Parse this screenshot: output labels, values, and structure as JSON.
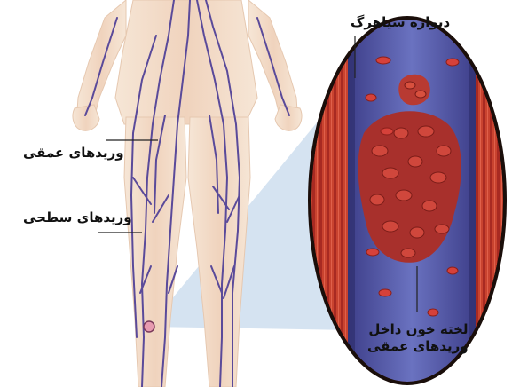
{
  "labels": {
    "vessel_wall": "دیواره سیاهرگ",
    "deep_veins": "وریدهای عمقی",
    "superficial_veins": "وریدهای سطحی",
    "clot_line1": "لخته خون داخل",
    "clot_line2": "وریدهای عمقی"
  },
  "colors": {
    "skin": "#f3dcc6",
    "vein": "#5a4a9a",
    "vessel": "#5b5fa8",
    "muscle": "#c83c32",
    "blood": "#b8322e",
    "zoom_cone": "#bcd3e8"
  }
}
